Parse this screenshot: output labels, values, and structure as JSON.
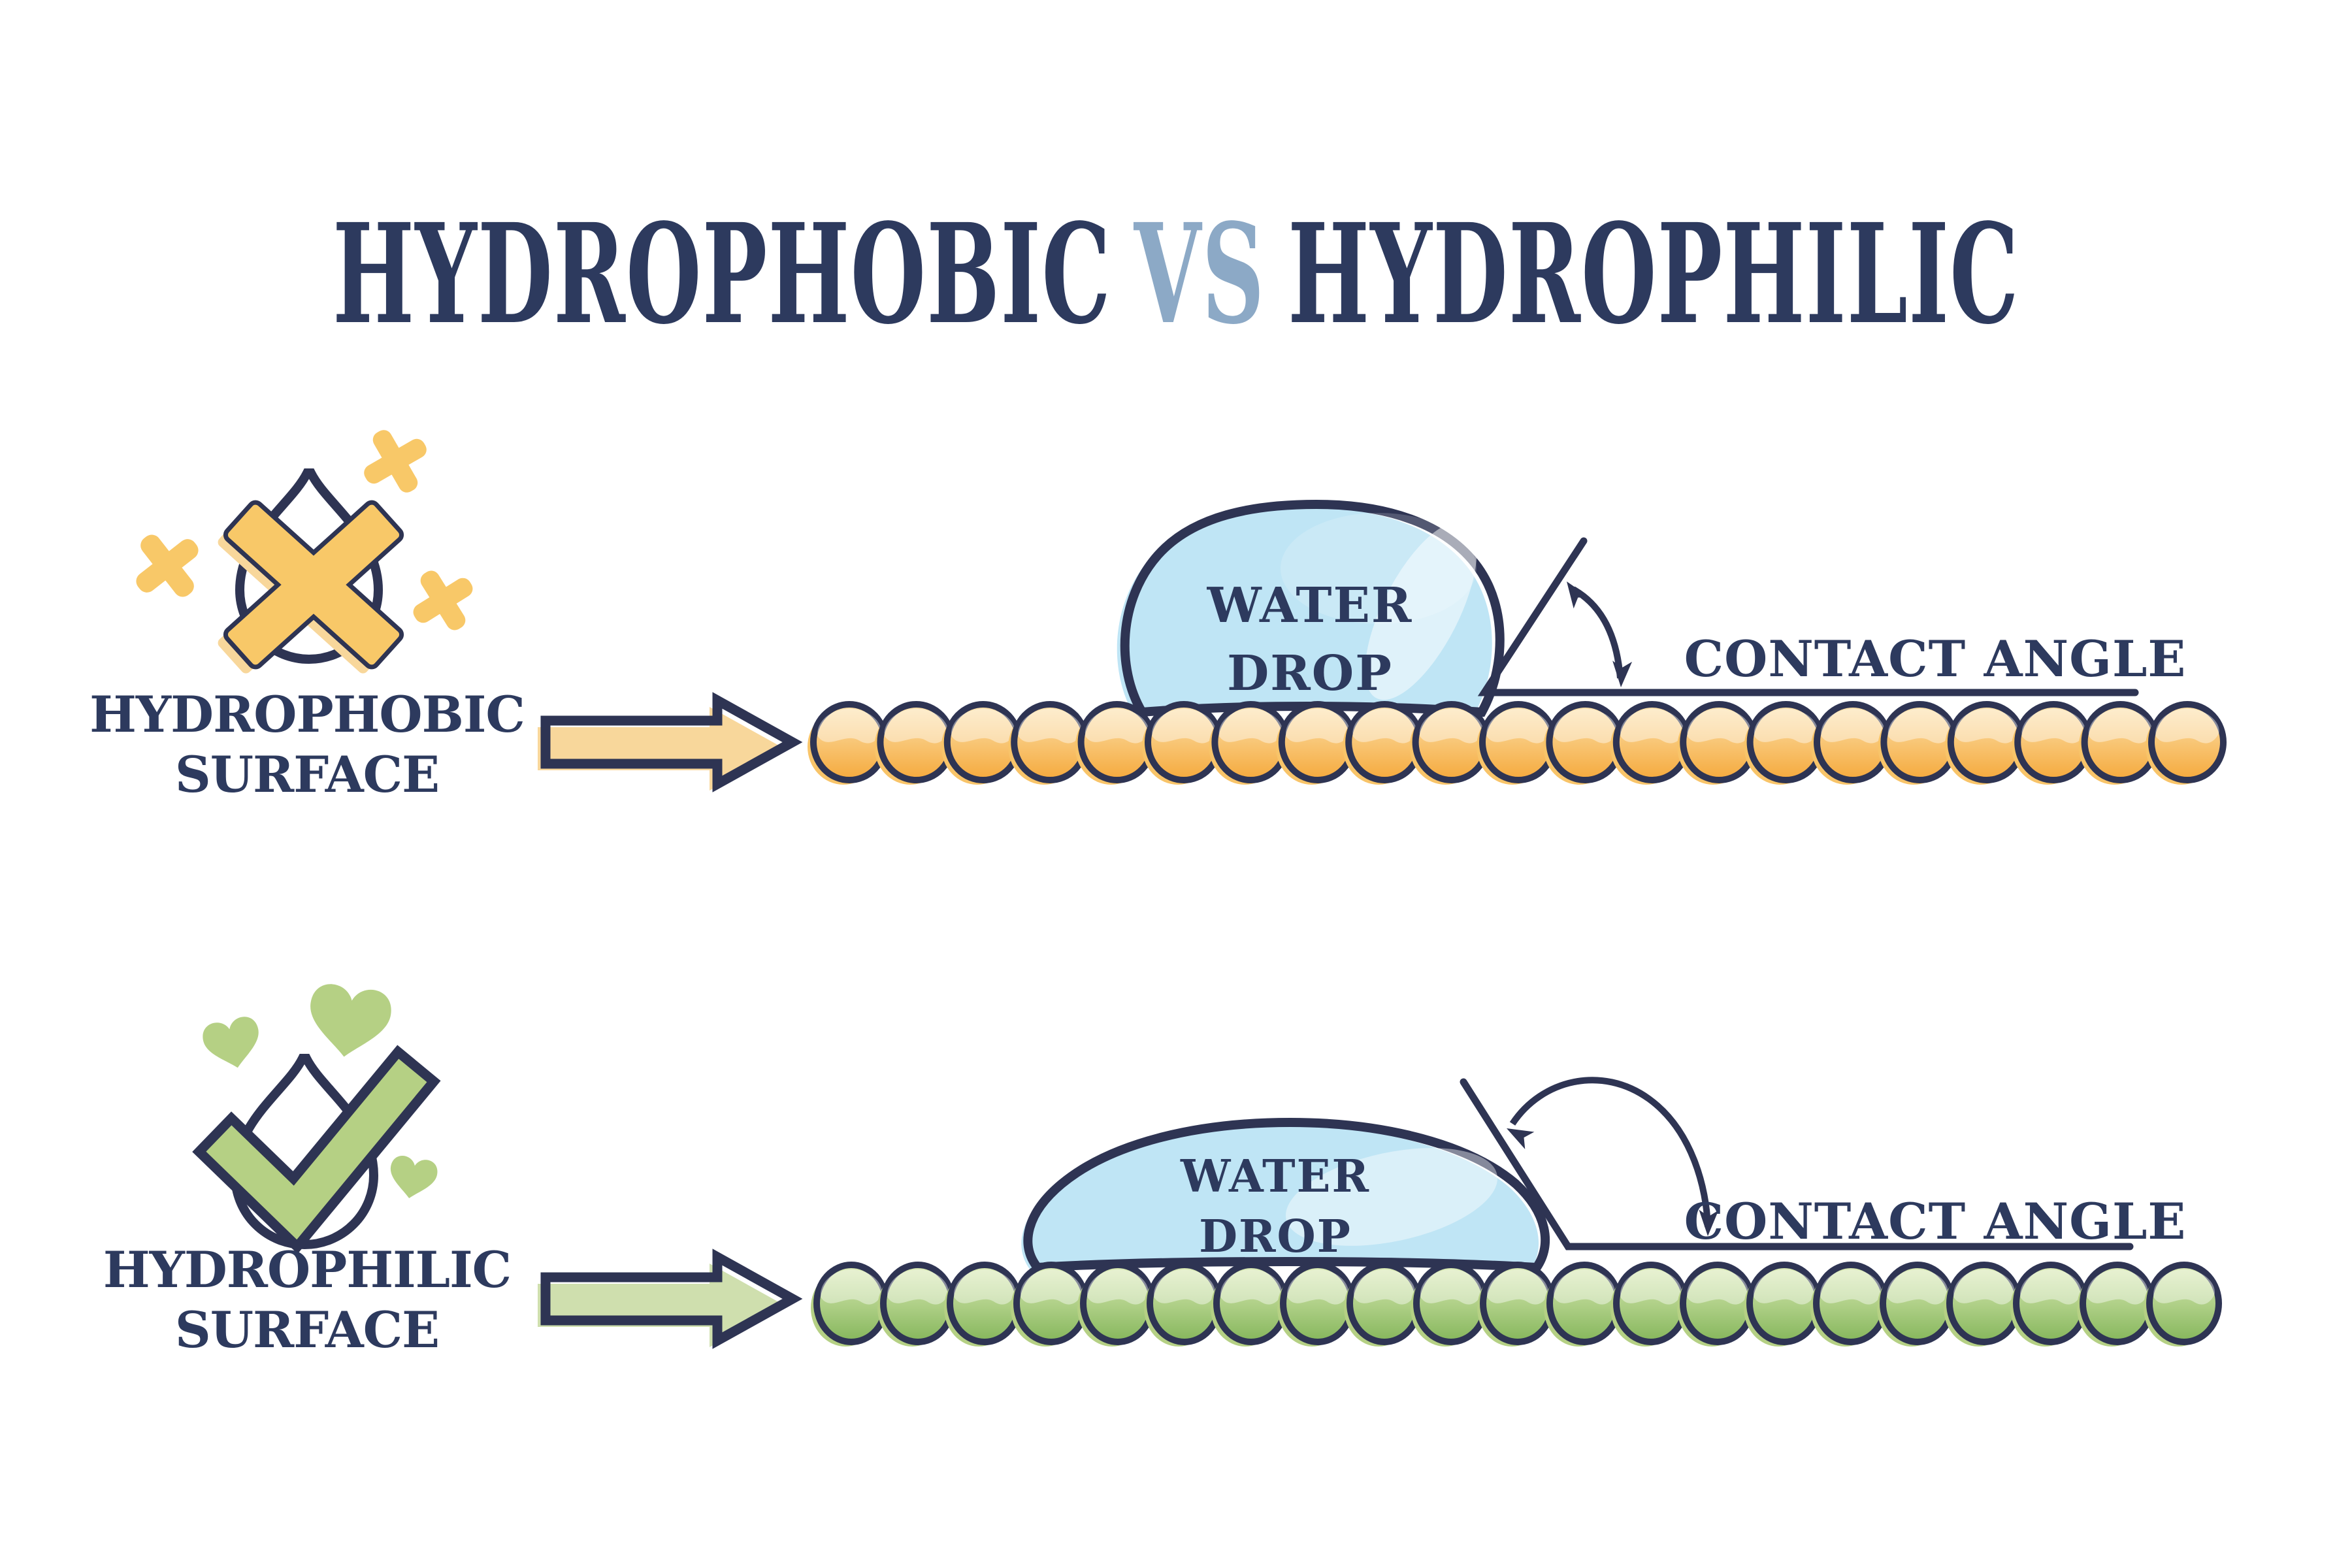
{
  "title": {
    "part1": "HYDROPHOBIC",
    "vs": "VS",
    "part2": "HYDROPHILIC"
  },
  "colors": {
    "navy": "#2e3453",
    "text_navy": "#2d3a5e",
    "vs_blue": "#8ca9c6",
    "orange_main": "#f8c469",
    "orange_light": "#fce3b0",
    "orange_dark": "#f5a93c",
    "orange_pale_shadow": "#f8d79b",
    "x_yellow": "#f8c868",
    "green_main": "#b5d084",
    "green_light": "#dcebb6",
    "green_dark": "#85b65b",
    "green_pale_shadow": "#cfdfae",
    "blue_pale": "#a8def4",
    "blue_mid": "#55b8e6",
    "blue_deep": "#379fd4"
  },
  "hydrophobic": {
    "surface_label_line1": "HYDROPHOBIC",
    "surface_label_line2": "SURFACE",
    "drop_label_line1": "WATER",
    "drop_label_line2": "DROP",
    "contact_angle_label": "CONTACT ANGLE",
    "molecule_count": 21,
    "molecule_color_name": "orange"
  },
  "hydrophilic": {
    "surface_label_line1": "HYDROPHILIC",
    "surface_label_line2": "SURFACE",
    "drop_label_line1": "WATER",
    "drop_label_line2": "DROP",
    "contact_angle_label": "CONTACT ANGLE",
    "molecule_count": 21,
    "molecule_color_name": "green"
  }
}
